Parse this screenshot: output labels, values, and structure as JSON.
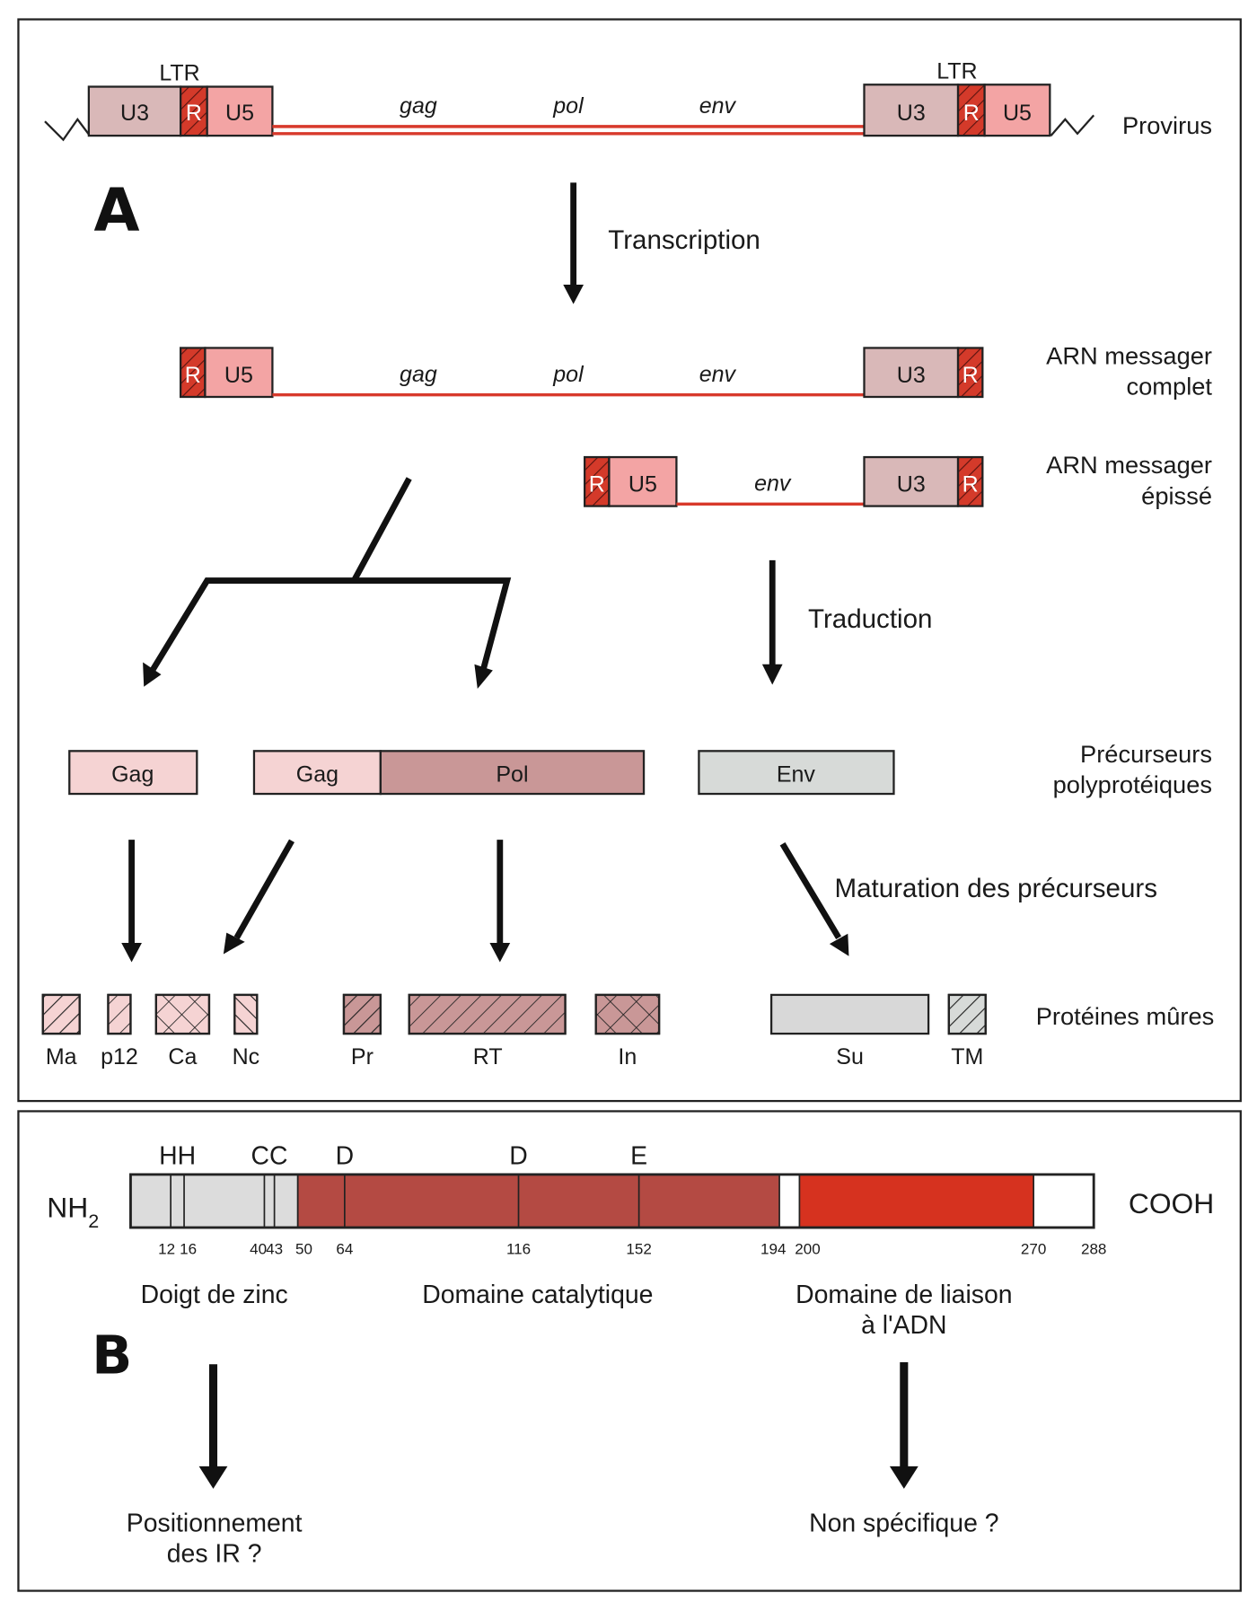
{
  "colors": {
    "u3": "#d9b8b8",
    "u5": "#f3a4a4",
    "r": "#d43a2a",
    "rna_line": "#d8392b",
    "gag": "#f5d3d3",
    "pol": "#c99797",
    "env": "#d7dad8",
    "su": "#d8d8d8",
    "zinc": "#dcdcdc",
    "catalytic": "#b44a43",
    "dna_binding": "#d6321f"
  },
  "panel_a": {
    "label": "A",
    "provirus": {
      "ltr_left_label": "LTR",
      "ltr_right_label": "LTR",
      "u3": "U3",
      "r": "R",
      "u5": "U5",
      "genes": [
        "gag",
        "pol",
        "env"
      ],
      "label": "Provirus"
    },
    "transcription_label": "Transcription",
    "full_mrna": {
      "r": "R",
      "u5": "U5",
      "u3": "U3",
      "genes": [
        "gag",
        "pol",
        "env"
      ],
      "label_line1": "ARN messager",
      "label_line2": "complet"
    },
    "spliced_mrna": {
      "r": "R",
      "u5": "U5",
      "u3": "U3",
      "gene": "env",
      "label_line1": "ARN messager",
      "label_line2": "épissé"
    },
    "translation_label": "Traduction",
    "precursors": {
      "gag": "Gag",
      "gag_pol_gag": "Gag",
      "gag_pol_pol": "Pol",
      "env": "Env",
      "label_line1": "Précurseurs",
      "label_line2": "polyprotéiques"
    },
    "maturation_label": "Maturation des précurseurs",
    "mature_proteins": {
      "items": [
        "Ma",
        "p12",
        "Ca",
        "Nc",
        "Pr",
        "RT",
        "In",
        "Su",
        "TM"
      ],
      "label": "Protéines mûres"
    }
  },
  "panel_b": {
    "label": "B",
    "n_terminus": "NH",
    "n_terminus_sub": "2",
    "c_terminus": "COOH",
    "residue_letters": [
      {
        "text": "HH",
        "residue": 14
      },
      {
        "text": "CC",
        "residue": 41.5
      },
      {
        "text": "D",
        "residue": 64
      },
      {
        "text": "D",
        "residue": 116
      },
      {
        "text": "E",
        "residue": 152
      }
    ],
    "positions": [
      "12",
      "16",
      "40",
      "43",
      "50",
      "64",
      "116",
      "152",
      "194",
      "200",
      "270",
      "288"
    ],
    "domains": [
      {
        "name": "Doigt de zinc",
        "start": 1,
        "end": 50
      },
      {
        "name": "Domaine catalytique",
        "start": 50,
        "end": 194
      },
      {
        "name": "Domaine de liaison à l'ADN",
        "start": 200,
        "end": 270
      }
    ],
    "domain_labels": {
      "zinc": "Doigt de zinc",
      "catalytic": "Domaine catalytique",
      "dna_line1": "Domaine de liaison",
      "dna_line2": "à l'ADN"
    },
    "outcomes": {
      "zinc_line1": "Positionnement",
      "zinc_line2": "des IR ?",
      "dna": "Non spécifique ?"
    }
  }
}
